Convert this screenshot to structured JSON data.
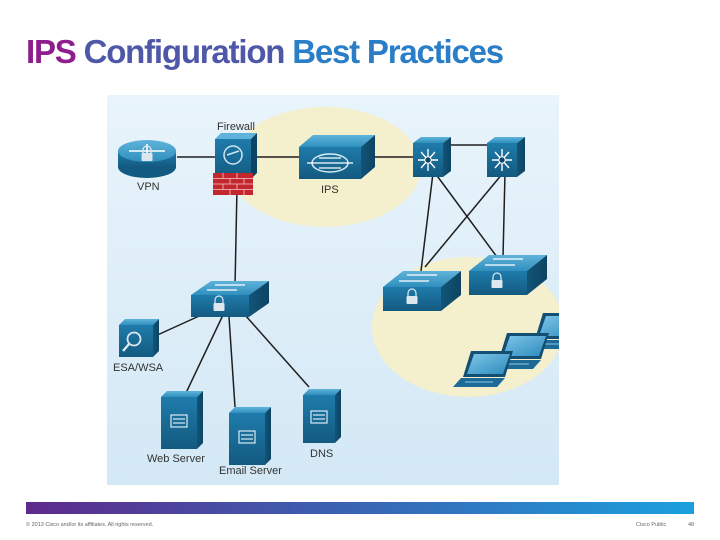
{
  "slide": {
    "title_parts": [
      "IPS",
      "Configuration",
      "Best Practices"
    ]
  },
  "diagram": {
    "labels": {
      "firewall": "Firewall",
      "vpn": "VPN",
      "ips": "IPS",
      "esa_wsa": "ESA/WSA",
      "web_server": "Web Server",
      "email_server": "Email Server",
      "dns": "DNS"
    },
    "colors": {
      "background": "#ddeef8",
      "zone": "#f4efcc",
      "device": "#1a6f98",
      "link": "#1f1f1f",
      "firewall_brick": "#c4262e"
    }
  },
  "footer": {
    "copyright": "© 2013 Cisco and/or its affiliates. All rights reserved.",
    "classification": "Cisco Public",
    "page_number": "48"
  }
}
